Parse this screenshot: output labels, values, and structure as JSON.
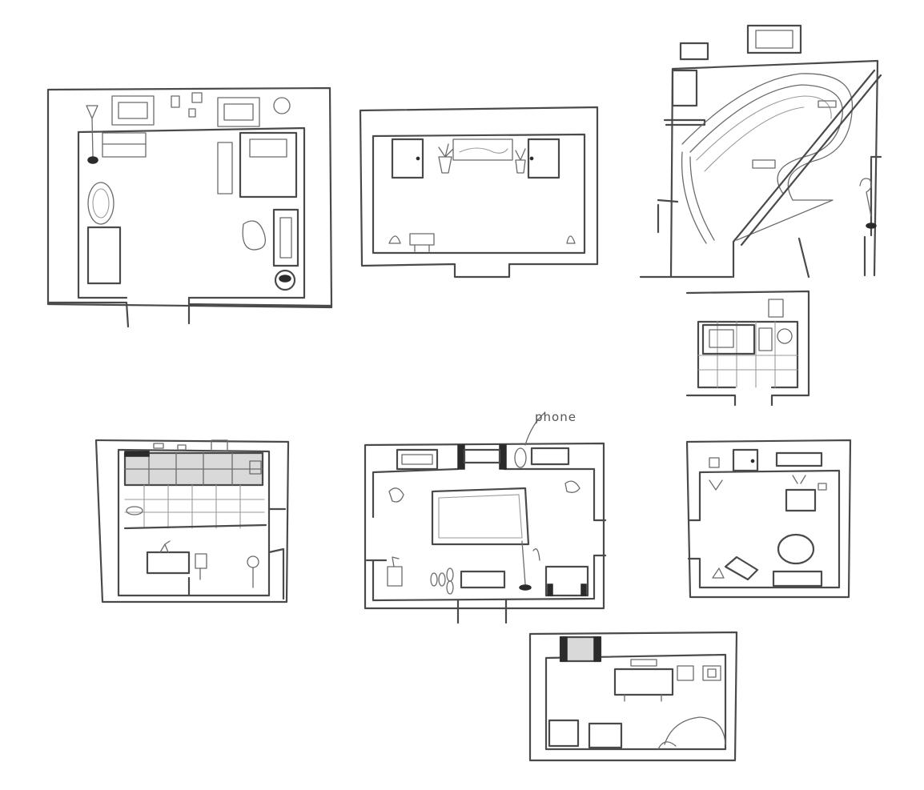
{
  "sheet": {
    "background": "#ffffff",
    "pencil_color": "#4a4a4a",
    "annotation": "phone"
  },
  "rooms": [
    {
      "id": "bedroom"
    },
    {
      "id": "hallway"
    },
    {
      "id": "staircase"
    },
    {
      "id": "bathroom"
    },
    {
      "id": "kitchen"
    },
    {
      "id": "entry-hall"
    },
    {
      "id": "living-room"
    },
    {
      "id": "lounge"
    }
  ]
}
